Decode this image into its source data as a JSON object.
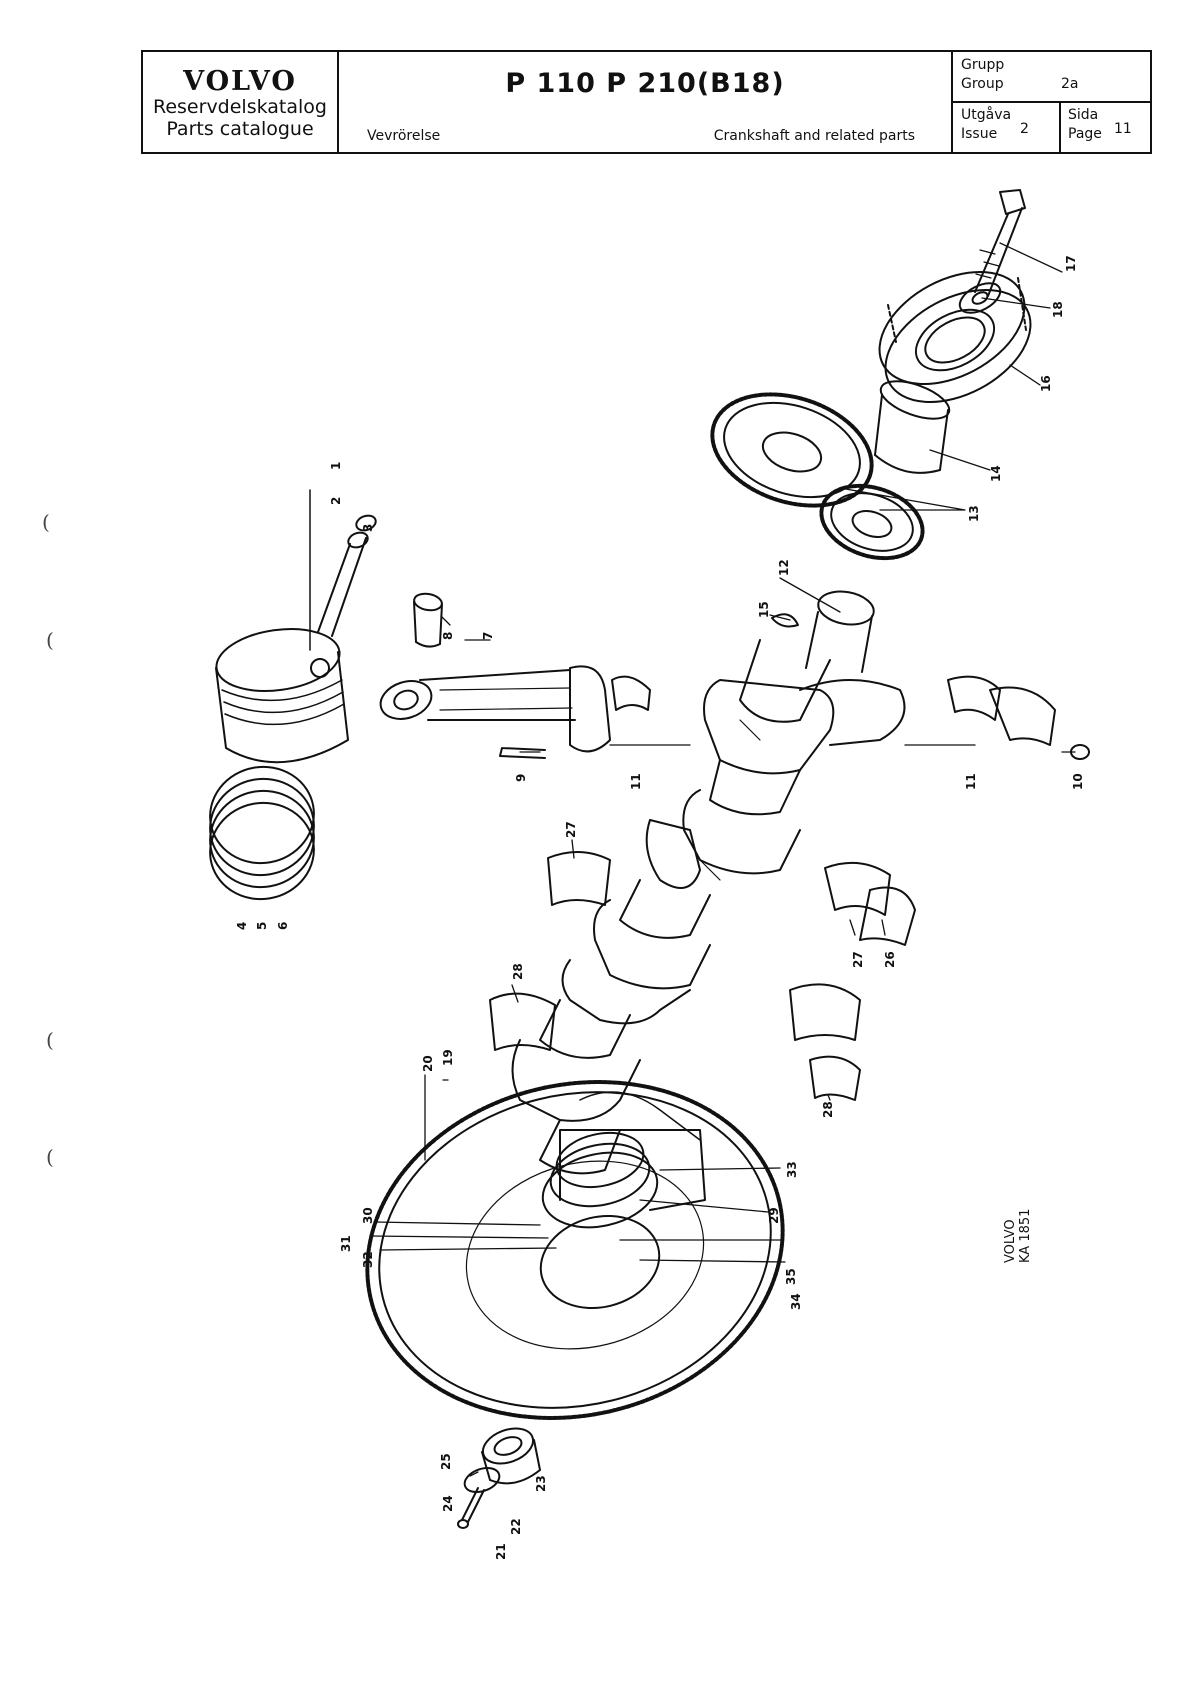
{
  "header": {
    "brand": "VOLVO",
    "catalogue_sv": "Reservdelskatalog",
    "catalogue_en": "Parts catalogue",
    "model": "P 110  P 210(B18)",
    "title_sv": "Vevrörelse",
    "title_en": "Crankshaft and related parts",
    "group_label_sv": "Grupp",
    "group_label_en": "Group",
    "group_value": "2a",
    "issue_label_sv": "Utgåva",
    "issue_label_en": "Issue",
    "issue_value": "2",
    "page_label_sv": "Sida",
    "page_label_en": "Page",
    "page_value": "11"
  },
  "drawing_code": {
    "line1": "VOLVO",
    "line2": "KA 1851"
  },
  "callouts": {
    "c1": "1",
    "c2": "2",
    "c3": "3",
    "c4": "4",
    "c5": "5",
    "c6": "6",
    "c7": "7",
    "c8": "8",
    "c9": "9",
    "c10": "10",
    "c11a": "11",
    "c11b": "11",
    "c12": "12",
    "c13": "13",
    "c14": "14",
    "c15": "15",
    "c16": "16",
    "c17": "17",
    "c18": "18",
    "c19": "19",
    "c20": "20",
    "c21": "21",
    "c22": "22",
    "c23": "23",
    "c24": "24",
    "c25": "25",
    "c26": "26",
    "c27a": "27",
    "c27b": "27",
    "c28a": "28",
    "c28b": "28",
    "c29": "29",
    "c30": "30",
    "c31": "31",
    "c32": "32",
    "c33": "33",
    "c34": "34",
    "c35": "35"
  },
  "margin_marks": {
    "m1": "(",
    "m2": "(",
    "m3": "(",
    "m4": "("
  }
}
